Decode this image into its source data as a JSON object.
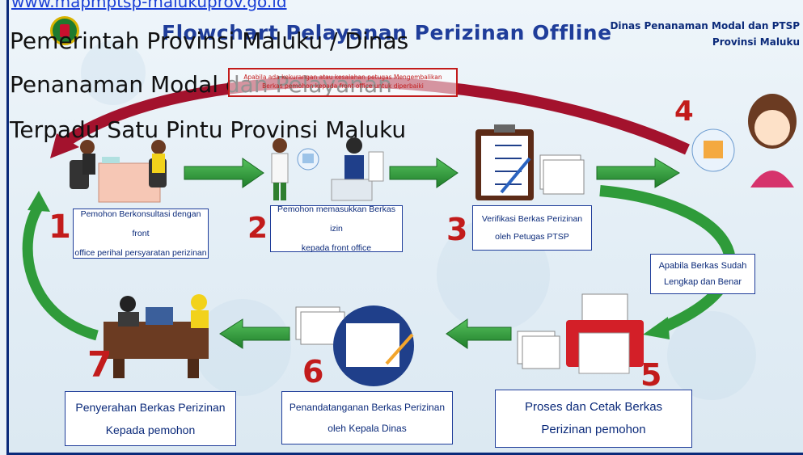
{
  "header": {
    "url_text": "www.mapmptsp-malukuprov.go.id",
    "title": "Flowchart Pelayanan Perizinan Offline",
    "org_line1": "Dinas Penanaman Modal dan PTSP",
    "org_line2": "Provinsi Maluku"
  },
  "overlay_caption": {
    "line1": "Pemerintah Provinsi Maluku / Dinas",
    "line2": "Penanaman Modal dan Pelayanan",
    "line3": "Terpadu Satu Pintu Provinsi Maluku"
  },
  "return_note": "Apabila ada kekurangan atau kesalahan petugas Mengembalikan Berkas pemohon kepada front office untuk diperbaiki",
  "condition_note": {
    "line1": "Apabila Berkas Sudah",
    "line2": "Lengkap dan Benar"
  },
  "steps": [
    {
      "number": "1",
      "line1": "Pemohon Berkonsultasi dengan front",
      "line2": "office perihal persyaratan perizinan"
    },
    {
      "number": "2",
      "line1": "Pemohon memasukkan Berkas izin",
      "line2": "kepada front office"
    },
    {
      "number": "3",
      "line1": "Verifikasi Berkas Perizinan",
      "line2": "oleh Petugas PTSP"
    },
    {
      "number": "4"
    },
    {
      "number": "5",
      "line1": "Proses dan Cetak Berkas",
      "line2": "Perizinan pemohon"
    },
    {
      "number": "6",
      "line1": "Penandatanganan Berkas Perizinan",
      "line2": "oleh Kepala Dinas"
    },
    {
      "number": "7",
      "line1": "Penyerahan Berkas Perizinan",
      "line2": "Kepada pemohon"
    }
  ],
  "colors": {
    "arrow_green": "#2f9b3a",
    "arrow_red": "#a3122d",
    "title_blue": "#1f3d9a",
    "number_red": "#c21b1b"
  }
}
